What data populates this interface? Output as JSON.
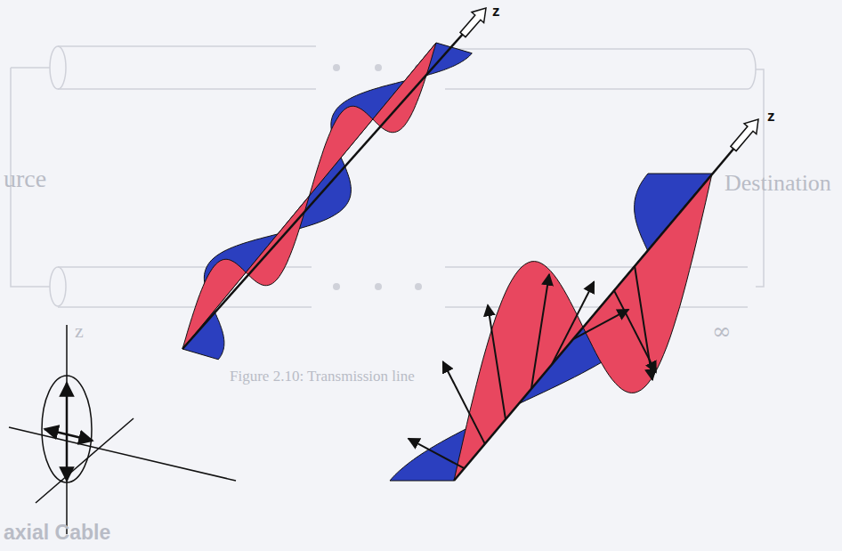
{
  "diagram": {
    "labels": [
      "z",
      "z",
      "urce",
      "Destination",
      "z",
      "∞",
      "Figure 2.10: Transmission line",
      "axial Cable"
    ]
  }
}
